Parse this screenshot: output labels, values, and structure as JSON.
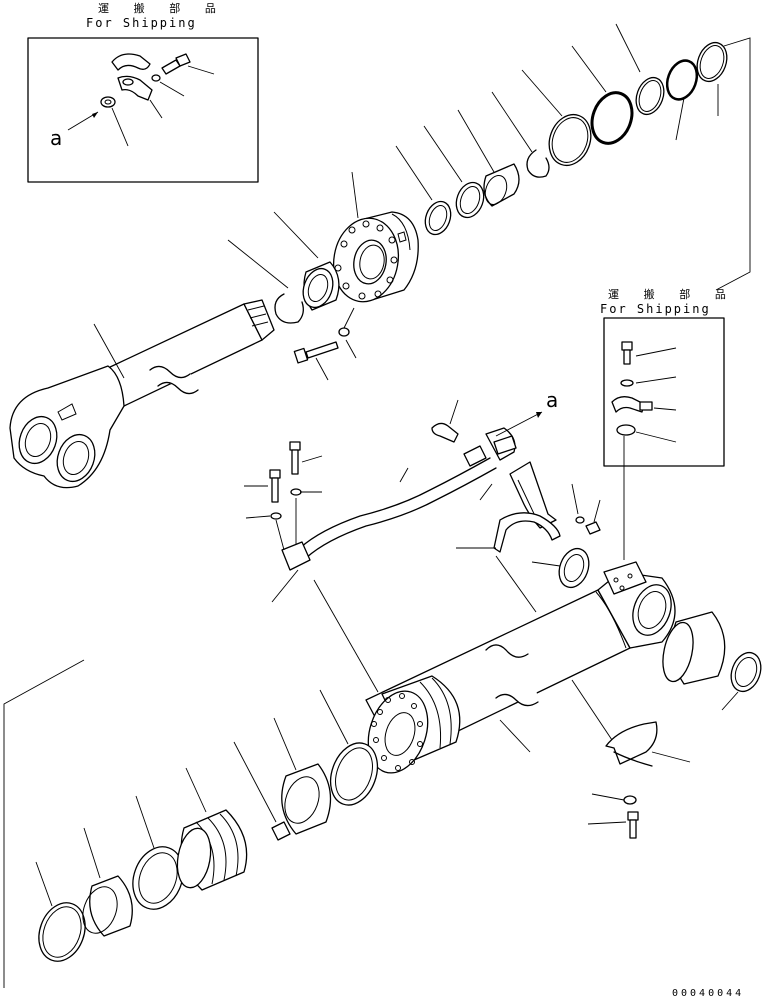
{
  "diagram": {
    "shipping_box_top": {
      "jp_label": "運 搬 部 品",
      "en_label": "For Shipping"
    },
    "shipping_box_right": {
      "jp_label": "運 搬 部 品",
      "en_label": "For Shipping"
    },
    "view_markers": [
      "a",
      "a"
    ],
    "part_number": "00040044"
  }
}
